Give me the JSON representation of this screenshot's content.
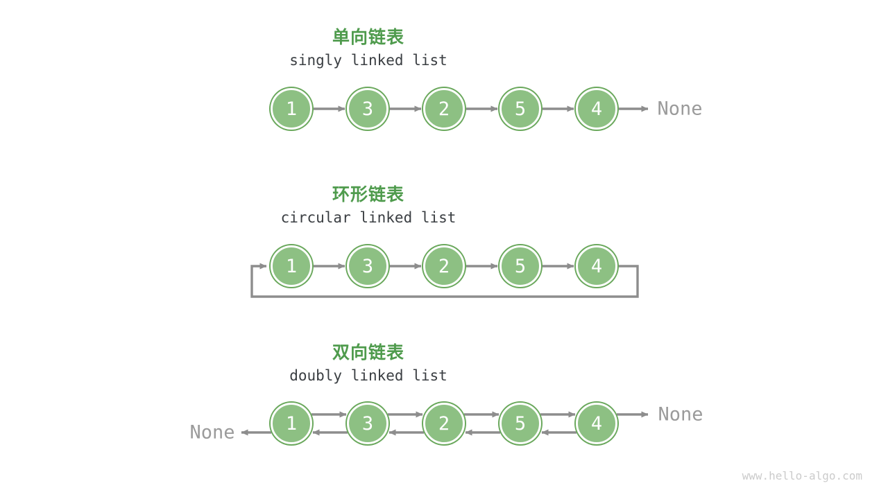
{
  "colors": {
    "title_green": "#4f9b4d",
    "node_fill": "#8dc083",
    "node_border": "#6aa85c",
    "arrow_gray": "#8d8d8d",
    "muted_gray": "#9b9b9b",
    "subtitle_dark": "#3a3e42",
    "watermark_gray": "#cbcbcb"
  },
  "sections": {
    "singly": {
      "title": "单向链表",
      "subtitle": "singly linked list",
      "nodes": [
        "1",
        "3",
        "2",
        "5",
        "4"
      ],
      "tail_label": "None"
    },
    "circular": {
      "title": "环形链表",
      "subtitle": "circular linked list",
      "nodes": [
        "1",
        "3",
        "2",
        "5",
        "4"
      ]
    },
    "doubly": {
      "title": "双向链表",
      "subtitle": "doubly linked list",
      "nodes": [
        "1",
        "3",
        "2",
        "5",
        "4"
      ],
      "next_tail_label": "None",
      "prev_head_label": "None"
    }
  },
  "watermark": "www.hello-algo.com"
}
